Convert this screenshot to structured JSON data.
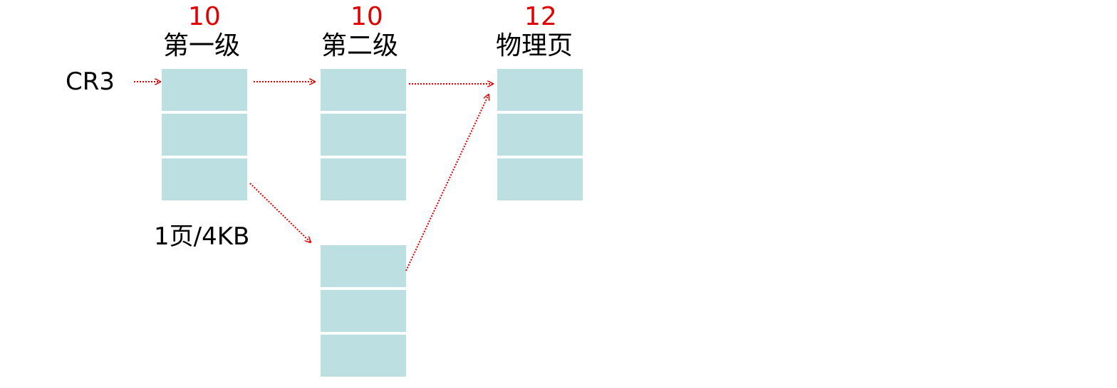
{
  "columns": [
    {
      "bits": "10",
      "header": "第一级"
    },
    {
      "bits": "10",
      "header": "第二级"
    },
    {
      "bits": "12",
      "header": "物理页"
    }
  ],
  "register_label": "CR3",
  "page_size_note": "1页/4KB",
  "colors": {
    "arrow": "#e00000",
    "bits": "#e00000",
    "cell": "#bce0e2"
  }
}
